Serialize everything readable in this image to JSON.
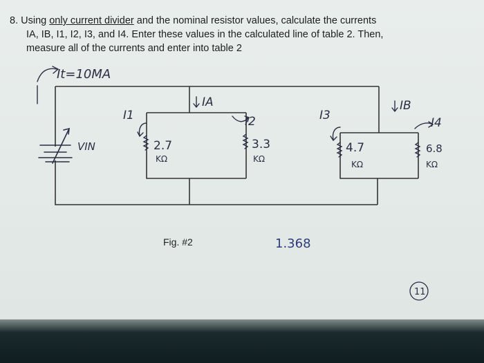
{
  "question": {
    "number": "8.",
    "line1_pre": "Using ",
    "line1_underlined": "only current divider",
    "line1_post": " and the nominal resistor values, calculate the currents",
    "line2": "IA, IB, I1, I2, I3, and I4. Enter these values in the calculated line of table 2. Then,",
    "line3": "measure all of the currents and enter into table 2"
  },
  "handwritten": {
    "total_current": "It=10MA",
    "ia": "IA",
    "ib": "IB",
    "i1": "I1",
    "i2": "I2",
    "i3": "I3",
    "i4": "I4",
    "vin": "VIN",
    "r1_value": "2.7",
    "r1_unit": "KΩ",
    "r2_value": "3.3",
    "r2_unit": "KΩ",
    "r3_value": "4.7",
    "r3_unit": "KΩ",
    "r4_value": "6.8",
    "r4_unit": "KΩ",
    "calc": "1.368",
    "score": "11"
  },
  "figure": {
    "caption": "Fig. #2"
  },
  "colors": {
    "paper": "#e6ecea",
    "ink": "#2d2d44",
    "wire": "#333333",
    "calc_ink": "#2f3a7a"
  }
}
